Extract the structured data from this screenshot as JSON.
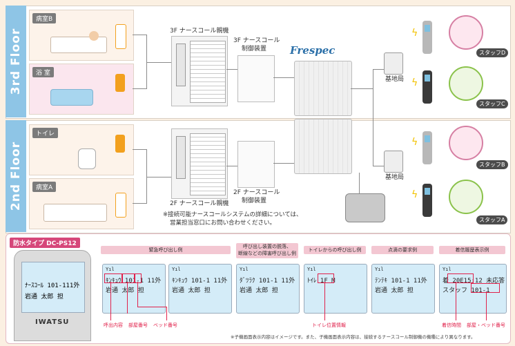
{
  "floors": {
    "third": {
      "label": "3rd Floor"
    },
    "second": {
      "label": "2nd Floor"
    }
  },
  "rooms": {
    "room_b": "病室B",
    "bathroom": "浴 室",
    "toilet": "トイレ",
    "room_a": "病室A"
  },
  "equipment": {
    "nurse_master_3f": "3F ナースコール親機",
    "controller_3f": [
      "3F ナースコール",
      "制御装置"
    ],
    "nurse_master_2f": "2F ナースコール親機",
    "controller_2f": [
      "2F ナースコール",
      "制御装置"
    ],
    "brand": "Frespec",
    "base_station_1": "基地局",
    "base_station_2": "基地局"
  },
  "staff": {
    "d": "スタッフD",
    "c": "スタッフC",
    "b": "スタッフB",
    "a": "スタッフA"
  },
  "note": [
    "※接続可能ナースコールシステムの詳細については、",
    "営業担当窓口にお問い合わせください。"
  ],
  "product": {
    "type_label": "防水タイプ",
    "model": "DC-PS12",
    "brand": "IWATSU"
  },
  "examples": {
    "emergency": {
      "title": "緊急呼び出し例",
      "screen1": {
        "line1": "ｷﾝｷｭｳ 101-1 11外",
        "line2": "岩通  太郎   担"
      },
      "screen2": {
        "line1": "ｷﾝｷｭｳ 101-1 11外",
        "line2": "岩通  太郎   担"
      },
      "annotations": [
        "呼出内容",
        "部屋番号",
        "ベッド番号"
      ]
    },
    "disconnect": {
      "title": [
        "呼び出し装置の脱落、",
        "断線などの障害呼び出し例"
      ],
      "screen": {
        "line1": "ﾀﾞﾂﾗｸ 101-1 11外",
        "line2": "岩通  太郎   担"
      }
    },
    "toilet": {
      "title": "トイレからの呼び出し例",
      "screen": {
        "line1": "ﾄｲﾚ  1F M",
        "line2": ""
      },
      "annotations": [
        "トイレ位置情報"
      ]
    },
    "drip": {
      "title": "点滴の要求例",
      "screen": {
        "line1": "ﾃﾝﾃｷ 101-1 11外",
        "line2": "岩通  太郎   担"
      }
    },
    "history": {
      "title": "着信履歴表示例",
      "screen": {
        "line1": "着 20E15:12 未応答",
        "line2": "スタッフ  101-1"
      },
      "annotations": [
        "着信時間",
        "部屋・ベッド番号"
      ]
    }
  },
  "main_screen": {
    "line1": "ﾅｰｽｺｰﾙ 101-111外",
    "line2": "岩通  太郎   担"
  },
  "footnote": "※子機画面表示内容はイメージです。また、子機画面表示内容は、接続するナースコール制御機の機種により異なります。",
  "colors": {
    "floor_band": "#8ec5e6",
    "accent_red": "#e0204a",
    "header_pink": "#f3c7d2",
    "bg": "#fbf0e2"
  }
}
